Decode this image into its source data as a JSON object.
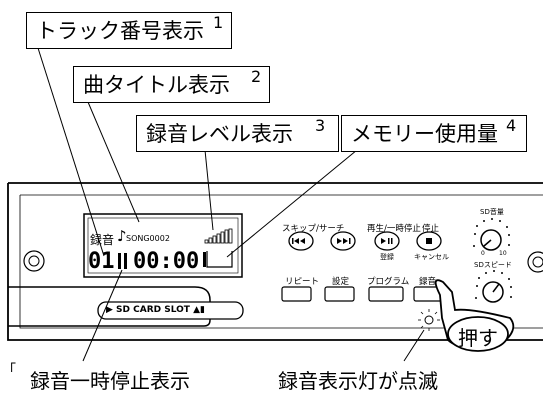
{
  "callouts": {
    "track_number": {
      "label": "トラック番号表示",
      "number": "1"
    },
    "song_title": {
      "label": "曲タイトル表示",
      "number": "2"
    },
    "record_level": {
      "label": "録音レベル表示",
      "number": "3"
    },
    "memory_usage": {
      "label": "メモリー使用量",
      "number": "4"
    }
  },
  "lcd": {
    "rec_label": "録音",
    "note_icon": "music-note-icon",
    "song_name": "SONG0002",
    "track": "01",
    "time": "00:00"
  },
  "controls": {
    "skip_search_label": "スキップ/サーチ",
    "play_pause_label": "再生/一時停止",
    "stop_label": "停止",
    "register_label": "登録",
    "cancel_label": "キャンセル",
    "repeat_label": "リピート",
    "settings_label": "設定",
    "program_label": "プログラム",
    "record_label": "録音",
    "sd_volume_label": "SD音量",
    "sd_speed_label": "SDスピード",
    "dial_min": "0",
    "dial_max": "10"
  },
  "slot": {
    "label": "▶ SD CARD SLOT ▲▮"
  },
  "press_badge": "押す",
  "bottom_labels": {
    "rec_pause": "録音一時停止表示",
    "rec_lamp": "録音表示灯が点滅",
    "corner_mark": "「"
  }
}
